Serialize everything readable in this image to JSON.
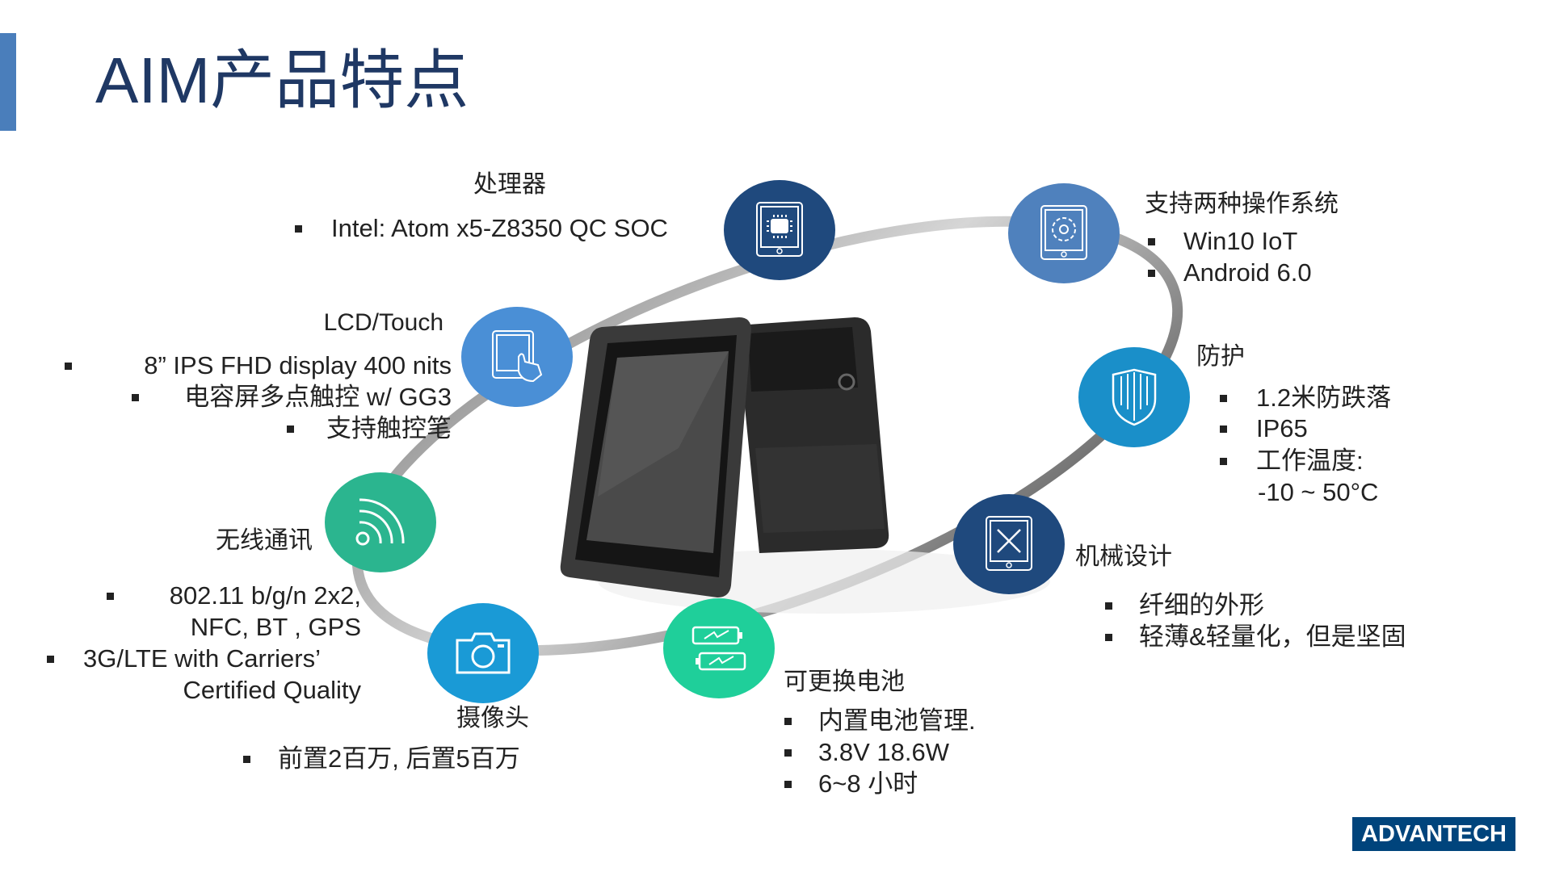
{
  "title": "AIM产品特点",
  "colors": {
    "accent": "#4a7ebb",
    "title": "#1f3864",
    "logo_bg": "#00447c"
  },
  "features": {
    "processor": {
      "heading": "处理器",
      "icon": "cpu-tablet-icon",
      "items": [
        "Intel: Atom x5-Z8350 QC SOC"
      ]
    },
    "os": {
      "heading": "支持两种操作系统",
      "icon": "gear-tablet-icon",
      "items": [
        "Win10 IoT",
        "Android 6.0"
      ]
    },
    "lcd": {
      "heading": "LCD/Touch",
      "icon": "touch-tablet-icon",
      "items": [
        "8”  IPS FHD display 400 nits",
        "电容屏多点触控 w/ GG3",
        "支持触控笔"
      ]
    },
    "protection": {
      "heading": "防护",
      "icon": "shield-icon",
      "items": [
        "1.2米防跌落",
        "IP65",
        "工作温度:"
      ],
      "extra": "-10 ~ 50°C"
    },
    "wireless": {
      "heading": "无线通讯",
      "icon": "wifi-icon",
      "items": [
        "802.11 b/g/n 2x2,",
        "3G/LTE with Carriers’"
      ],
      "lines": [
        "NFC, BT , GPS",
        "Certified Quality"
      ]
    },
    "mechanical": {
      "heading": "机械设计",
      "icon": "tools-tablet-icon",
      "items": [
        "纤细的外形",
        "轻薄&轻量化，但是坚固"
      ]
    },
    "battery": {
      "heading": "可更换电池",
      "icon": "battery-icon",
      "items": [
        "内置电池管理.",
        "3.8V 18.6W",
        "6~8 小时"
      ]
    },
    "camera": {
      "heading": "摄像头",
      "icon": "camera-icon",
      "items": [
        "前置2百万, 后置5百万"
      ]
    }
  },
  "logo": "ADVANTECH"
}
